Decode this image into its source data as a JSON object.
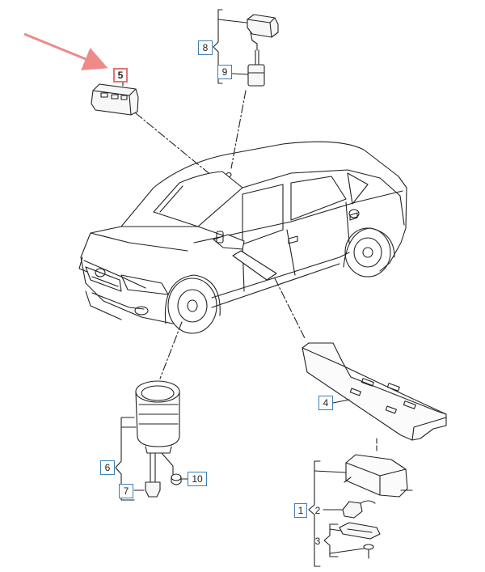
{
  "labels": {
    "c1": "1",
    "c2": "2",
    "c3": "3",
    "c4": "4",
    "c5": "5",
    "c6": "6",
    "c7": "7",
    "c8": "8",
    "c9": "9",
    "c10": "10"
  },
  "colors": {
    "stroke": "#222222",
    "box_border": "#3d7fb8",
    "highlight": "#e57373",
    "arrow": "#ef8a8a"
  }
}
